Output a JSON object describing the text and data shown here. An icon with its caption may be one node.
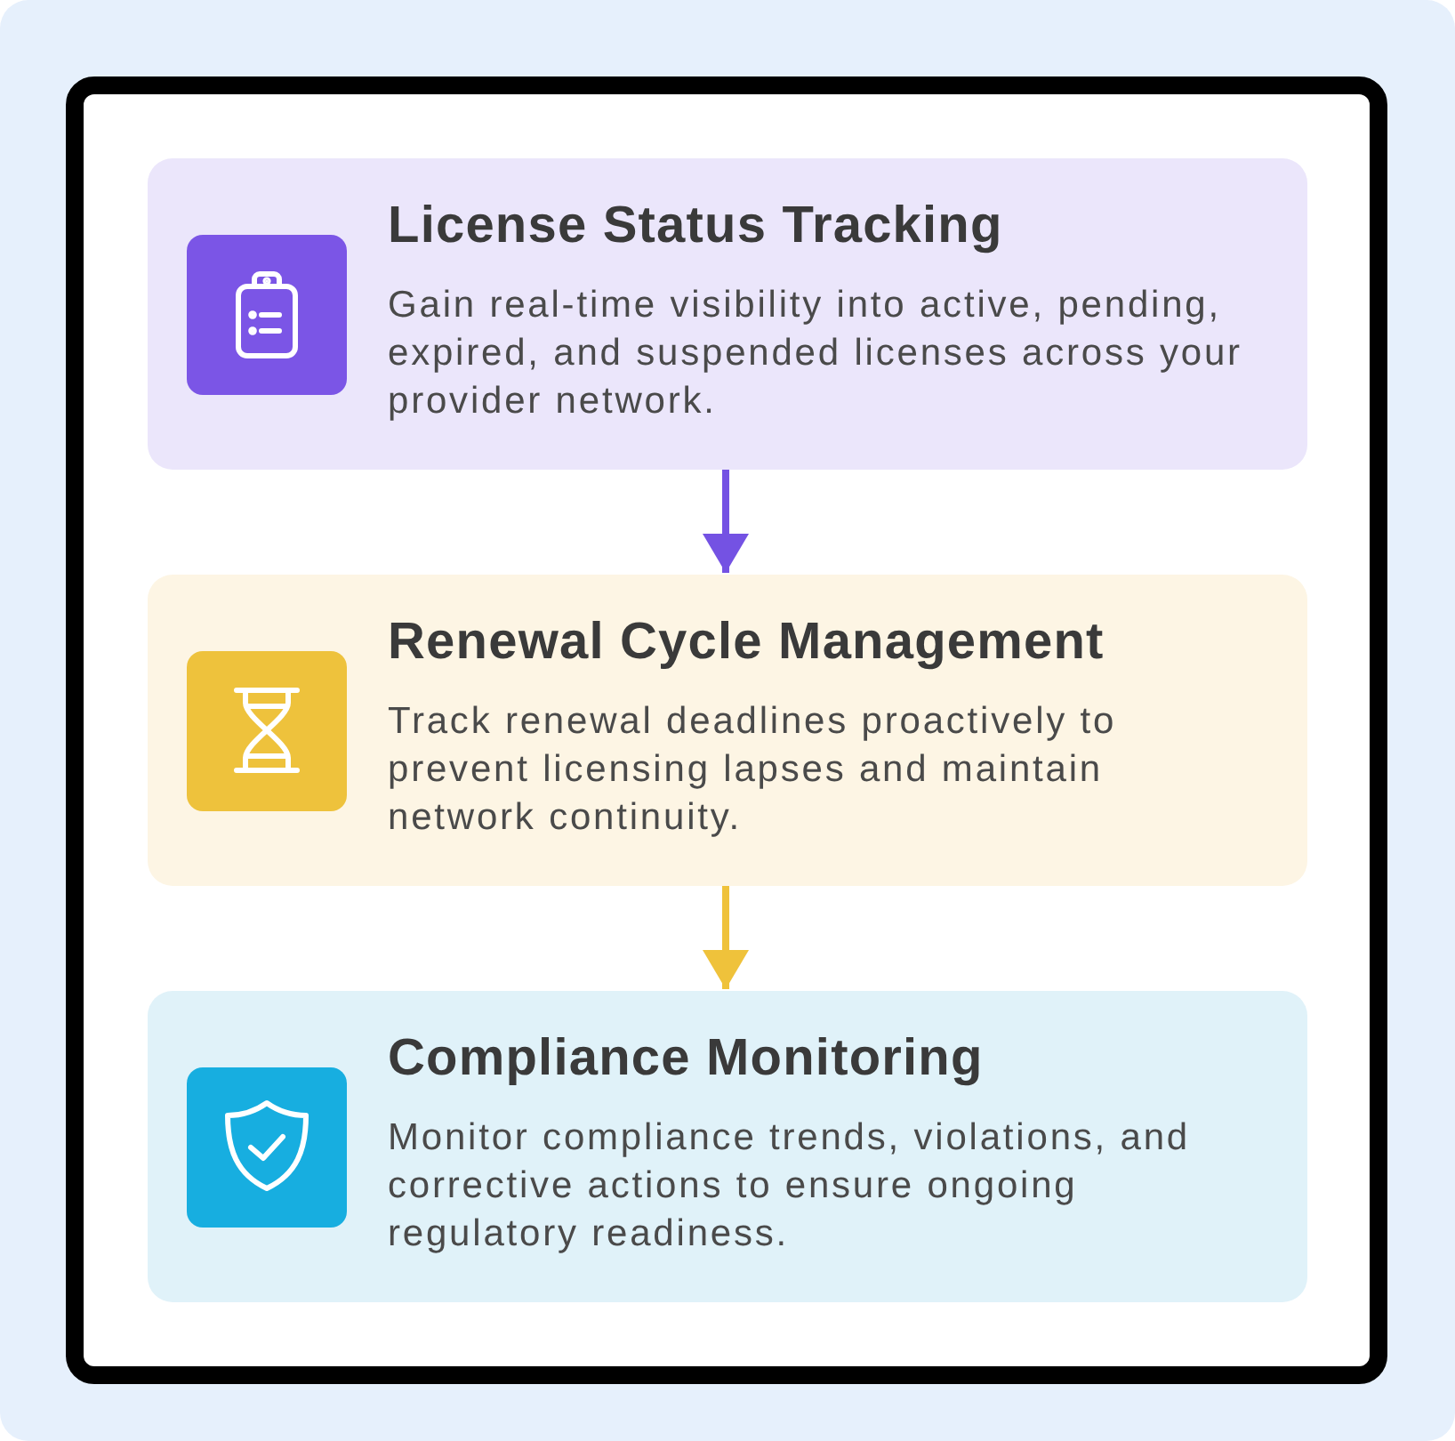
{
  "diagram": {
    "nodes": [
      {
        "text": [
          "License Status Tracking",
          "Gain real-time visibility into active, pending, expired, and suspended licenses across your provider network."
        ]
      },
      {
        "text": [
          "Renewal Cycle Management",
          "Track renewal deadlines proactively to prevent licensing lapses and maintain network continuity."
        ]
      },
      {
        "text": [
          "Compliance Monitoring",
          "Monitor compliance trends, violations, and corrective actions to ensure ongoing regulatory readiness."
        ]
      }
    ],
    "edges": [
      {
        "from": 0,
        "to": 1,
        "arrow": "to",
        "color": "#7452e3"
      },
      {
        "from": 1,
        "to": 2,
        "arrow": "to",
        "color": "#efc23b"
      }
    ]
  }
}
